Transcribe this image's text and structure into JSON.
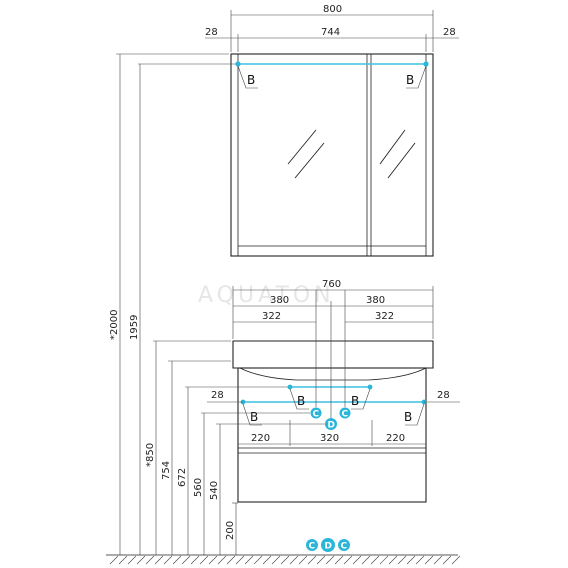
{
  "watermark": "AQUATON",
  "mirror_cabinet": {
    "width_total": "800",
    "width_inner": "744",
    "side_left": "28",
    "side_right": "28",
    "height_to_top": "1959"
  },
  "vanity": {
    "width": "760",
    "half_left": "380",
    "half_right": "380",
    "offset_left": "322",
    "offset_right": "322",
    "side_left": "28",
    "side_right": "28",
    "bottom_left": "220",
    "bottom_center": "320",
    "bottom_right": "220"
  },
  "heights": {
    "total": "*2000",
    "h850": "*850",
    "h754": "754",
    "h672": "672",
    "h560": "560",
    "h540": "540",
    "h200": "200"
  },
  "markers": {
    "b": "B",
    "c": "C",
    "d": "D"
  },
  "colors": {
    "marker": "#29b6d8",
    "light_strip": "#3cc0e0",
    "line": "#222222"
  }
}
